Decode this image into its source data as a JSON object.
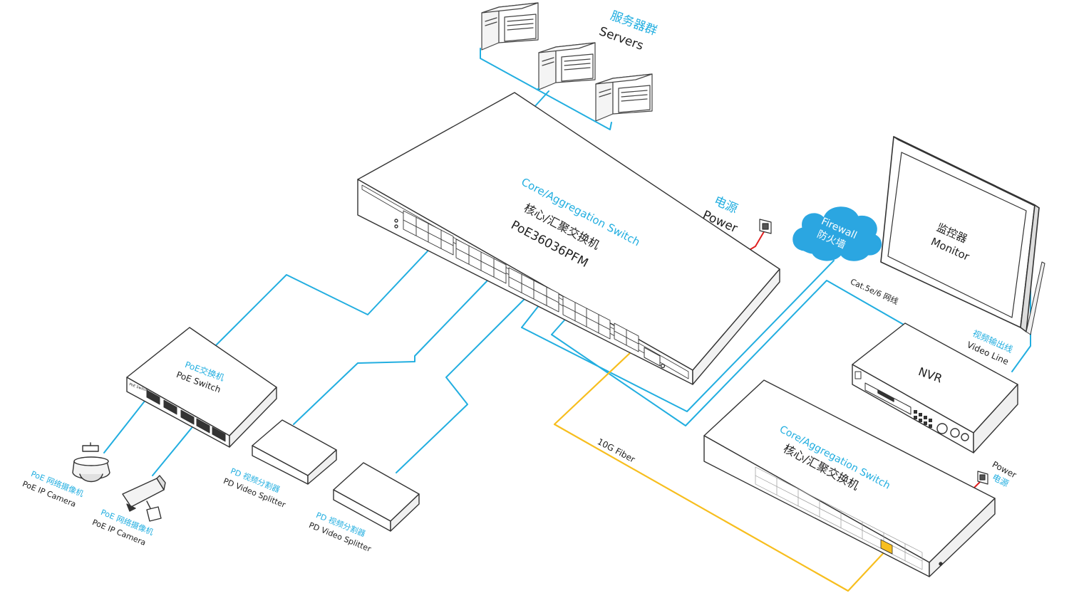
{
  "colors": {
    "ethernet": "#22aee0",
    "fiber": "#f7be1e",
    "power": "#e02020",
    "outline": "#333333",
    "device_fill": "#ffffff",
    "label_accent": "#22aee0",
    "firewall_fill": "#2ba6e1"
  },
  "servers": {
    "label_cn": "服务器群",
    "label_en": "Servers"
  },
  "core_switch": {
    "label_en": "Core/Aggregation Switch",
    "label_cn": "核心/汇聚交换机",
    "model": "PoE36036PFM"
  },
  "power_main": {
    "label_cn": "电源",
    "label_en": "Power"
  },
  "firewall": {
    "label_en": "Firewall",
    "label_cn": "防火墙",
    "icon": "cloud-icon"
  },
  "monitor": {
    "label_cn": "监控器",
    "label_en": "Monitor"
  },
  "cat_cable": {
    "label": "Cat.5e/6 网线"
  },
  "video_line": {
    "label_cn": "视频输出线",
    "label_en": "Video Line"
  },
  "nvr": {
    "label": "NVR"
  },
  "poe_switch": {
    "label_cn": "PoE交换机",
    "label_en": "PoE Switch",
    "brand": "PoE Switch"
  },
  "fiber": {
    "label": "10G Fiber"
  },
  "core_switch_2": {
    "label_en": "Core/Aggregation Switch",
    "label_cn": "核心/汇聚交换机"
  },
  "power_2": {
    "label_en": "Power",
    "label_cn": "电源"
  },
  "splitters": [
    {
      "label_cn": "PD 视频分割器",
      "label_en": "PD Video Splitter"
    },
    {
      "label_cn": "PD 视频分割器",
      "label_en": "PD Video Splitter"
    }
  ],
  "cameras": [
    {
      "label_cn": "PoE 网络摄像机",
      "label_en": "PoE IP Camera",
      "icon": "dome-camera-icon"
    },
    {
      "label_cn": "PoE 网络摄像机",
      "label_en": "PoE IP Camera",
      "icon": "bullet-camera-icon"
    }
  ]
}
